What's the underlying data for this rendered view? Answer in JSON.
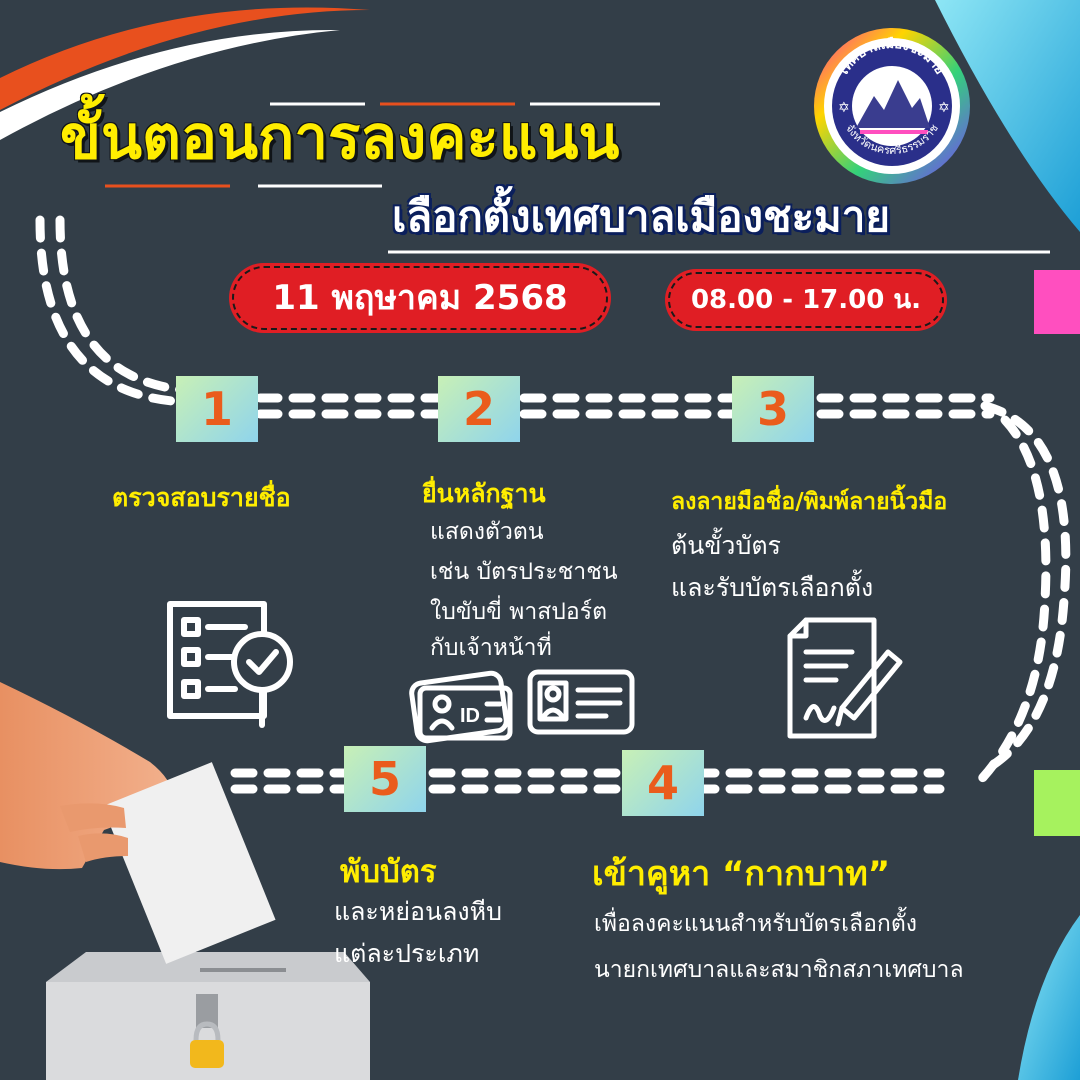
{
  "header": {
    "title_line1": "ขั้นตอนการลงคะแนน",
    "title_line2": "เลือกตั้งเทศบาลเมืองชะมาย",
    "date": "11 พฤษาคม 2568",
    "time": "08.00 - 17.00 น."
  },
  "logo": {
    "top_text": "เทศบาลเมืองชะมาย",
    "bottom_text": "จังหวัดนครศรีธรรมราช"
  },
  "steps": [
    {
      "number": "1",
      "title": "ตรวจสอบรายชื่อ",
      "lines": []
    },
    {
      "number": "2",
      "title": "ยื่นหลักฐาน",
      "lines": [
        "แสดงตัวตน",
        "เช่น บัตรประชาชน",
        "ใบขับขี่ พาสปอร์ต",
        "กับเจ้าหน้าที่"
      ]
    },
    {
      "number": "3",
      "title": "ลงลายมือชื่อ/พิมพ์ลายนิ้วมือ",
      "lines": [
        "ต้นขั้วบัตร",
        "และรับบัตรเลือกตั้ง"
      ]
    },
    {
      "number": "4",
      "title": "เข้าคูหา “กากบาท”",
      "lines": [
        "เพื่อลงคะแนนสำหรับบัตรเลือกตั้ง",
        "นายกเทศบาลและสมาชิกสภาเทศบาล"
      ]
    },
    {
      "number": "5",
      "title": "พับบัตร",
      "lines": [
        "และหย่อนลงหีบ",
        "แต่ละประเภท"
      ]
    }
  ],
  "icons": [
    "checklist-magnifier-icon",
    "id-card-icon",
    "document-sign-icon",
    "ballot-box-icon",
    "hand-ballot-icon",
    "padlock-icon"
  ],
  "colors": {
    "background": "#333e48",
    "title_yellow": "#ffed00",
    "badge_red": "#e01e24",
    "number_orange": "#ea5c1c",
    "accent_pink": "#ff4fbf",
    "accent_green": "#a6f25e",
    "accent_cyan": "#2ab5e0"
  }
}
